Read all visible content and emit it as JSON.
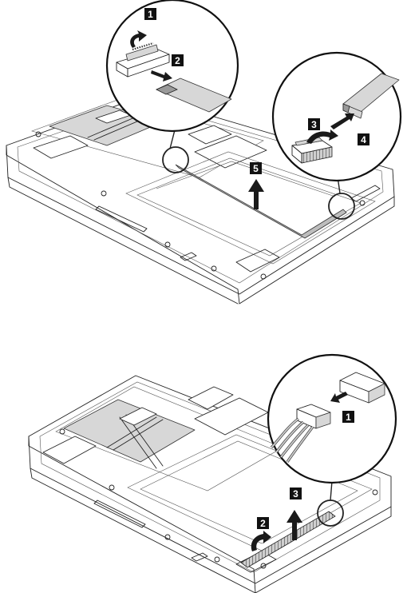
{
  "figure_top": {
    "steps": [
      "1",
      "2",
      "3",
      "4",
      "5"
    ]
  },
  "figure_bottom": {
    "steps": [
      "1",
      "2",
      "3"
    ]
  },
  "icons": {
    "arrow": "filled-black-arrow",
    "callout": "magnifier-circle"
  }
}
